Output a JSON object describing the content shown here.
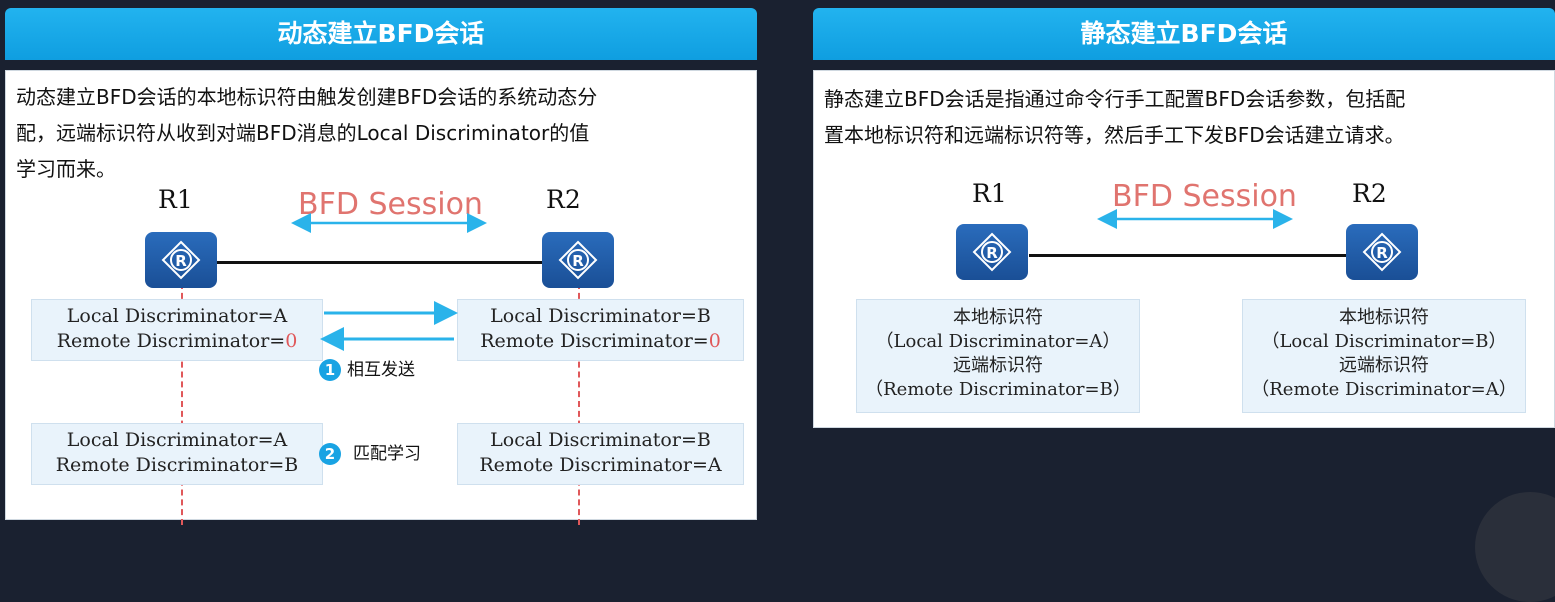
{
  "left": {
    "title": "动态建立BFD会话",
    "desc": [
      "动态建立BFD会话的本地标识符由触发创建BFD会话的系统动态分",
      "配，远端标识符从收到对端BFD消息的Local Discriminator的值",
      "学习而来。"
    ],
    "r1": "R1",
    "r2": "R2",
    "session": "BFD Session",
    "box1_r1": {
      "l1": "Local Discriminator=A",
      "l2a": "Remote Discriminator=",
      "l2b": "0"
    },
    "box1_r2": {
      "l1": "Local Discriminator=B",
      "l2a": "Remote Discriminator=",
      "l2b": "0"
    },
    "step1_num": "1",
    "step1": "相互发送",
    "box2_r1": {
      "l1": "Local Discriminator=A",
      "l2": "Remote Discriminator=B"
    },
    "box2_r2": {
      "l1": "Local Discriminator=B",
      "l2": "Remote Discriminator=A"
    },
    "step2_num": "2",
    "step2": "匹配学习"
  },
  "right": {
    "title": "静态建立BFD会话",
    "desc": [
      "静态建立BFD会话是指通过命令行手工配置BFD会话参数，包括配",
      "置本地标识符和远端标识符等，然后手工下发BFD会话建立请求。"
    ],
    "r1": "R1",
    "r2": "R2",
    "session": "BFD Session",
    "box_r1": [
      "本地标识符",
      "（Local Discriminator=A）",
      "远端标识符",
      "（Remote Discriminator=B）"
    ],
    "box_r2": [
      "本地标识符",
      "（Local Discriminator=B）",
      "远端标识符",
      "（Remote Discriminator=A）"
    ]
  },
  "colors": {
    "header": "#19a3e3",
    "accent_red": "#e0585a",
    "session_text": "#e0746f",
    "arrow": "#2ab3ea",
    "router": "#1f5ba8"
  },
  "icons": [
    "router-icon",
    "step-badge-icon"
  ]
}
